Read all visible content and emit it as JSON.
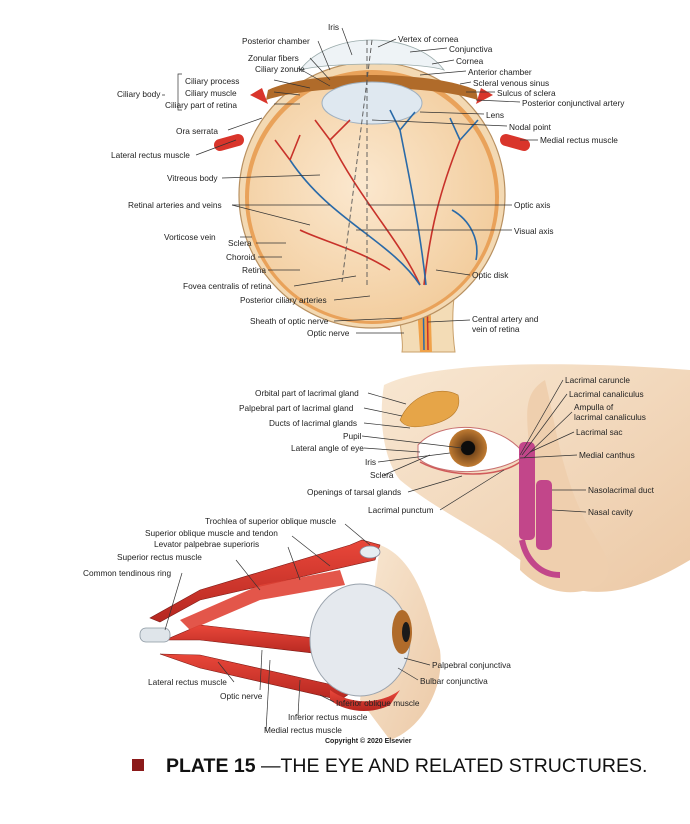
{
  "caption": {
    "plate": "PLATE 15",
    "title": " —THE EYE AND RELATED STRUCTURES."
  },
  "copyright": "Copyright © 2020 Elsevier",
  "colors": {
    "bullet": "#8b1a1a",
    "muscle": "#d9352b",
    "vessel_artery": "#c8322a",
    "vessel_vein": "#2a6aa8",
    "sclera": "#f3d9b3",
    "retina": "#f0a24a"
  },
  "labels": {
    "a": [
      "Iris",
      "Posterior chamber",
      "Vertex of cornea",
      "Zonular fibers",
      "Conjunctiva",
      "Ciliary zonule",
      "Cornea",
      "Ciliary process",
      "Anterior chamber",
      "Ciliary body",
      "Ciliary muscle",
      "Scleral venous sinus",
      "Ciliary part of retina",
      "Sulcus of sclera",
      "Posterior conjunctival artery",
      "Lens",
      "Ora serrata",
      "Nodal point",
      "Medial rectus muscle",
      "Lateral rectus muscle",
      "Vitreous body",
      "Retinal arteries and veins",
      "Optic axis",
      "Visual axis",
      "Vorticose vein",
      "Sclera",
      "Choroid",
      "Retina",
      "Optic disk",
      "Fovea centralis of retina",
      "Posterior ciliary arteries",
      "Sheath of optic nerve",
      "Central artery and",
      "vein of retina",
      "Optic nerve"
    ],
    "b": [
      "Lacrimal caruncle",
      "Orbital part of lacrimal gland",
      "Lacrimal canaliculus",
      "Palpebral part of lacrimal gland",
      "Ampulla of",
      "lacrimal canaliculus",
      "Ducts of lacrimal glands",
      "Lacrimal sac",
      "Pupil",
      "Lateral angle of eye",
      "Medial canthus",
      "Iris",
      "Sclera",
      "Nasolacrimal duct",
      "Openings of tarsal glands",
      "Nasal cavity",
      "Lacrimal punctum"
    ],
    "c": [
      "Trochlea of superior oblique muscle",
      "Superior oblique muscle and tendon",
      "Levator palpebrae superioris",
      "Superior rectus muscle",
      "Common tendinous ring",
      "Palpebral conjunctiva",
      "Bulbar conjunctiva",
      "Lateral rectus muscle",
      "Optic nerve",
      "Inferior oblique muscle",
      "Inferior rectus muscle",
      "Medial rectus muscle"
    ]
  }
}
